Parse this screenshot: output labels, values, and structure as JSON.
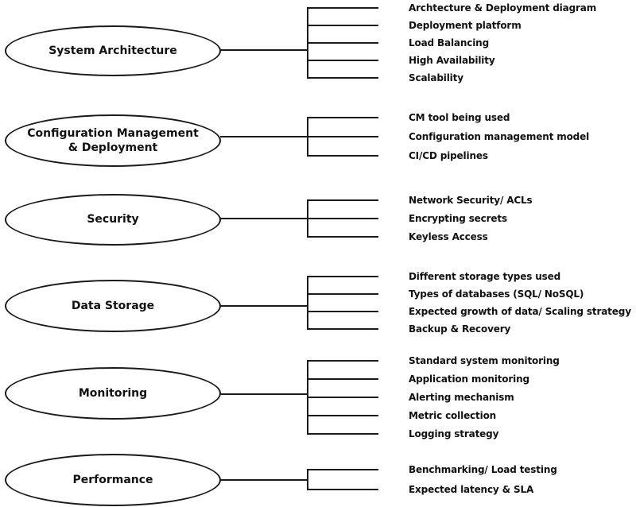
{
  "diagram": {
    "background": "#ffffff",
    "line_color": "#1a1a1a",
    "text_color": "#111111",
    "groups": [
      {
        "topic": "System Architecture",
        "items": [
          "Archtecture & Deployment diagram",
          "Deployment platform",
          "Load Balancing",
          "High Availability",
          "Scalability"
        ]
      },
      {
        "topic": "Configuration Management & Deployment",
        "items": [
          "CM tool being used",
          "Configuration management model",
          "CI/CD pipelines"
        ]
      },
      {
        "topic": "Security",
        "items": [
          "Network Security/ ACLs",
          "Encrypting secrets",
          "Keyless Access"
        ]
      },
      {
        "topic": "Data Storage",
        "items": [
          "Different storage types used",
          "Types of databases (SQL/ NoSQL)",
          "Expected growth of data/ Scaling strategy",
          "Backup & Recovery"
        ]
      },
      {
        "topic": "Monitoring",
        "items": [
          "Standard system monitoring",
          "Application monitoring",
          "Alerting mechanism",
          "Metric collection",
          "Logging strategy"
        ]
      },
      {
        "topic": "Performance",
        "items": [
          "Benchmarking/ Load testing",
          "Expected latency & SLA"
        ]
      }
    ]
  }
}
